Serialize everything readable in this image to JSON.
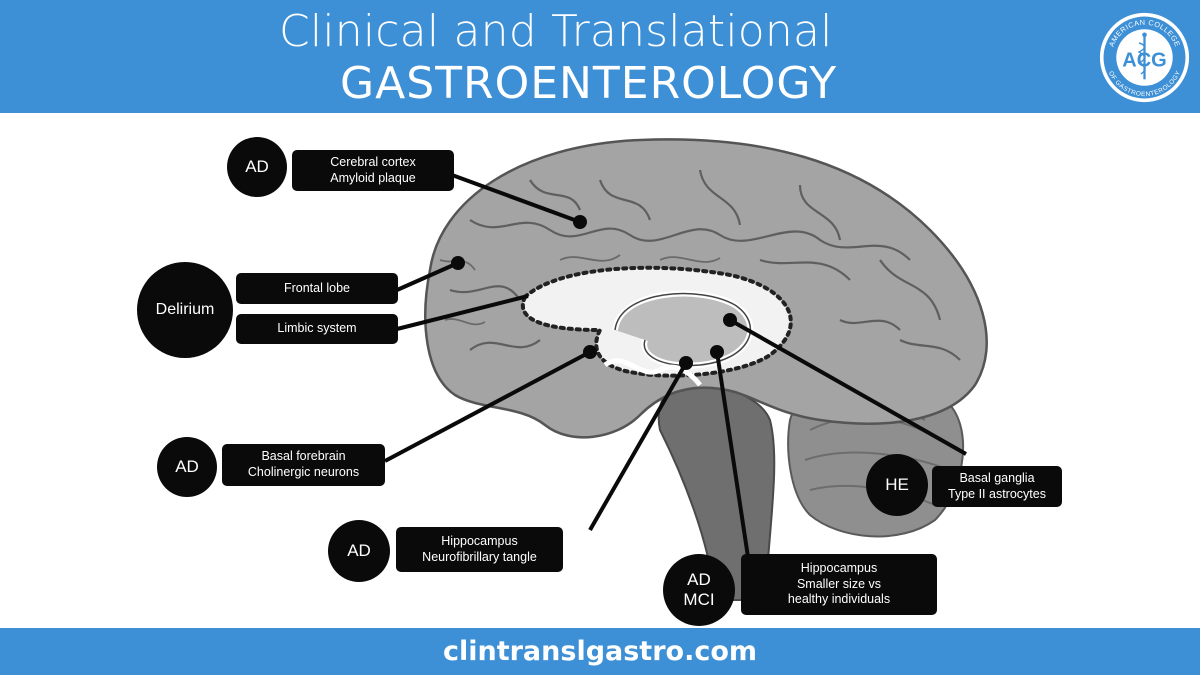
{
  "header": {
    "title_line1": "Clinical and Translational",
    "title_line2": "GASTROENTEROLOGY",
    "logo": {
      "abbrev": "ACG",
      "ring_top": "AMERICAN COLLEGE",
      "ring_bottom": "OF GASTROENTEROLOGY",
      "icon": "caduceus-icon"
    }
  },
  "footer": {
    "link": "clintranslgastro.com"
  },
  "colors": {
    "brand_blue": "#3d8fd6",
    "label_black": "#0a0a0a",
    "brain_gray": "#9a9a9a"
  },
  "annotations": [
    {
      "id": "cerebral-cortex",
      "condition": "AD",
      "label": "Cerebral cortex\nAmyloid plaque"
    },
    {
      "id": "delirium",
      "condition": "Delirium",
      "labels": [
        "Frontal lobe",
        "Limbic system"
      ]
    },
    {
      "id": "basal-forebrain",
      "condition": "AD",
      "label": "Basal forebrain\nCholinergic neurons"
    },
    {
      "id": "hippocampus-tangle",
      "condition": "AD",
      "label": "Hippocampus\nNeurofibrillary tangle"
    },
    {
      "id": "hippocampus-size",
      "condition": "AD\nMCI",
      "label": "Hippocampus\nSmaller size vs\nhealthy individuals"
    },
    {
      "id": "basal-ganglia",
      "condition": "HE",
      "label": "Basal ganglia\nType II astrocytes"
    }
  ]
}
